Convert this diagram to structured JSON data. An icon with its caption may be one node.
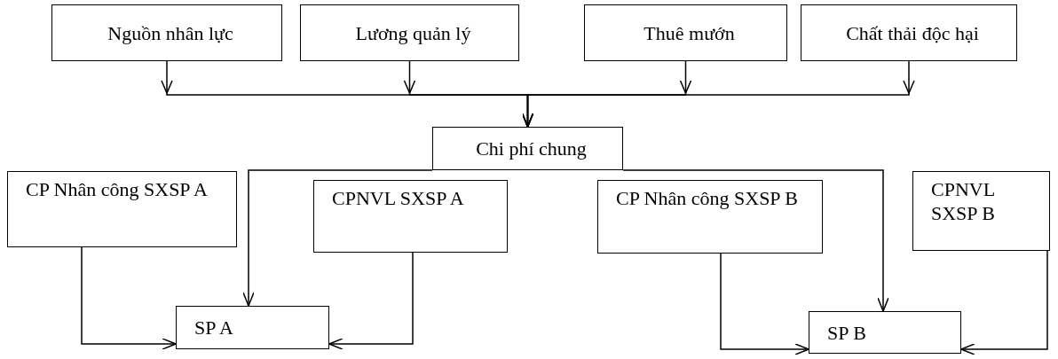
{
  "diagram": {
    "nodes": [
      {
        "text": [
          "Nguồn nhân lực"
        ]
      },
      {
        "text": [
          "Lương quản lý"
        ]
      },
      {
        "text": [
          "Thuê mướn"
        ]
      },
      {
        "text": [
          "Chất thải độc hại"
        ]
      },
      {
        "text": [
          "Chi phí chung"
        ]
      },
      {
        "text": [
          "CP Nhân công SXSP A"
        ]
      },
      {
        "text": [
          "CPNVL SXSP A"
        ]
      },
      {
        "text": [
          "CP Nhân công SXSP B"
        ]
      },
      {
        "text": [
          "CPNVL SXSP B"
        ]
      },
      {
        "text": [
          "SP A"
        ]
      },
      {
        "text": [
          "SP B"
        ]
      }
    ],
    "edges": [
      {
        "from": 0,
        "to": 4,
        "arrow": "to"
      },
      {
        "from": 1,
        "to": 4,
        "arrow": "to"
      },
      {
        "from": 2,
        "to": 4,
        "arrow": "to"
      },
      {
        "from": 3,
        "to": 4,
        "arrow": "to"
      },
      {
        "from": 4,
        "to": 9,
        "arrow": "to"
      },
      {
        "from": 4,
        "to": 10,
        "arrow": "to"
      },
      {
        "from": 5,
        "to": 9,
        "arrow": "to"
      },
      {
        "from": 6,
        "to": 9,
        "arrow": "to"
      },
      {
        "from": 7,
        "to": 10,
        "arrow": "to"
      },
      {
        "from": 8,
        "to": 10,
        "arrow": "to"
      }
    ]
  }
}
